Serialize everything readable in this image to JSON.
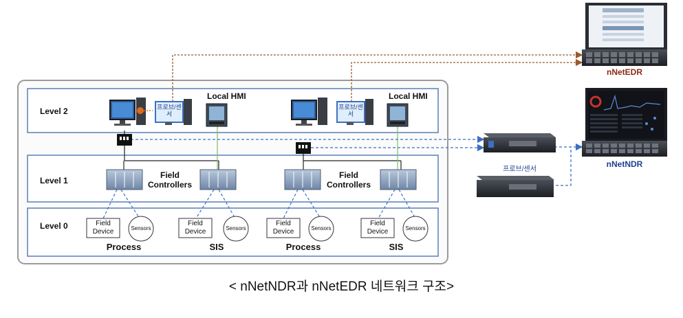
{
  "colors": {
    "level_border": "#5a7fb8",
    "outer_border": "#9a9a9a",
    "edr_line": "#9a5a2a",
    "ndr_line": "#3b6fc4",
    "green_line": "#7bbf6a",
    "monitor_blue": "#3b78c7",
    "server_dark": "#2a2d33",
    "edr_text": "#8a2a14",
    "ndr_text": "#1f3f8f"
  },
  "levels": {
    "level2": "Level 2",
    "level1": "Level 1",
    "level0": "Level 0"
  },
  "hmi": {
    "left": "Local HMI",
    "right": "Local HMI"
  },
  "probe_sensor_pc": {
    "left": "프로브/센서",
    "right": "프로브/센서"
  },
  "field_controllers": {
    "left": "Field Controllers",
    "right": "Field Controllers"
  },
  "field_device": "Field Device",
  "sensors": "Sensors",
  "groups": [
    "Process",
    "SIS",
    "Process",
    "SIS"
  ],
  "products": {
    "edr": "nNetEDR",
    "ndr": "nNetNDR",
    "probe": "프로브/센서"
  },
  "caption": "< nNetNDR과 nNetEDR 네트워크 구조>"
}
